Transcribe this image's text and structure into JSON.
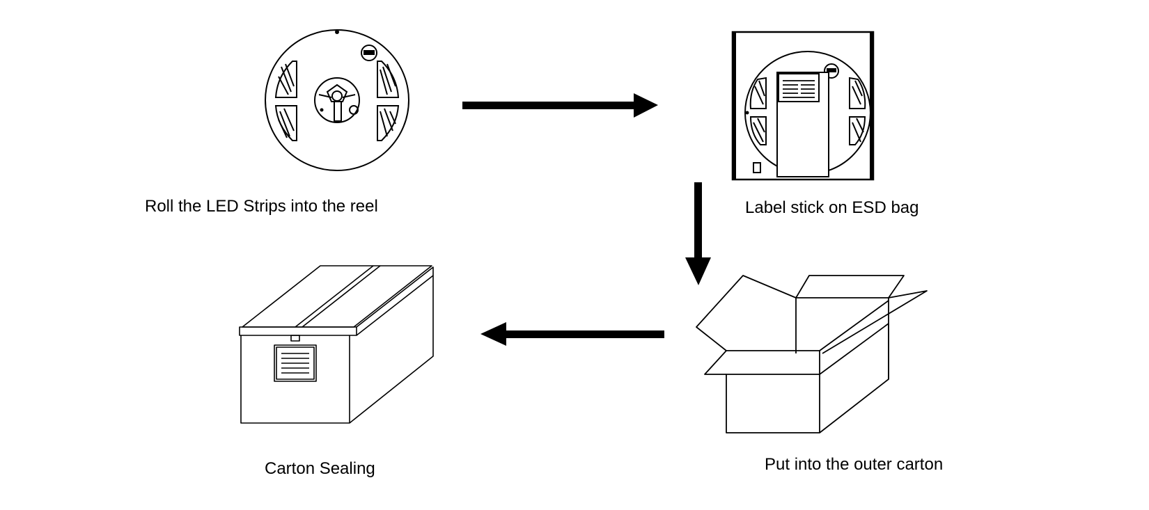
{
  "steps": {
    "reel": {
      "caption": "Roll the LED Strips into the reel",
      "icon": "led-reel-icon"
    },
    "bag": {
      "caption": "Label stick on ESD bag",
      "icon": "esd-bag-icon"
    },
    "outer_carton": {
      "caption": "Put into the outer carton",
      "icon": "open-carton-icon"
    },
    "sealing": {
      "caption": "Carton Sealing",
      "icon": "sealed-carton-icon"
    }
  },
  "flow": [
    {
      "from": "reel",
      "to": "bag",
      "direction": "right"
    },
    {
      "from": "bag",
      "to": "outer_carton",
      "direction": "down"
    },
    {
      "from": "outer_carton",
      "to": "sealing",
      "direction": "left"
    }
  ],
  "colors": {
    "stroke": "#000000",
    "background": "#ffffff"
  }
}
